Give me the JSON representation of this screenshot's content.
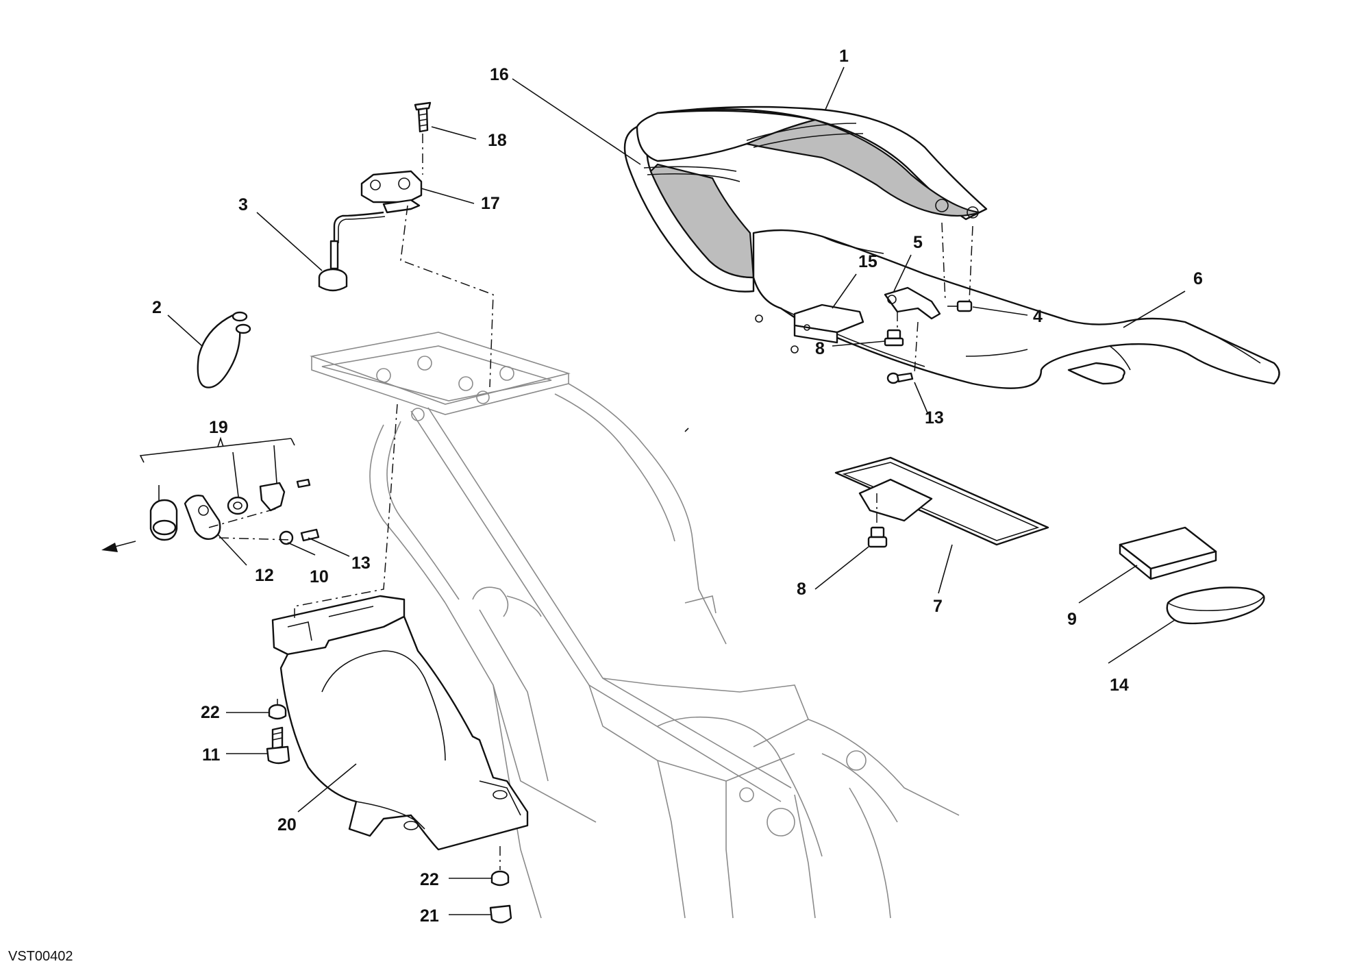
{
  "drawing_code": "VST00402",
  "callouts": [
    {
      "id": "c1",
      "text": "1"
    },
    {
      "id": "c2",
      "text": "2"
    },
    {
      "id": "c3",
      "text": "3"
    },
    {
      "id": "c4",
      "text": "4"
    },
    {
      "id": "c5",
      "text": "5"
    },
    {
      "id": "c6",
      "text": "6"
    },
    {
      "id": "c7",
      "text": "7"
    },
    {
      "id": "c8a",
      "text": "8"
    },
    {
      "id": "c8b",
      "text": "8"
    },
    {
      "id": "c9",
      "text": "9"
    },
    {
      "id": "c10",
      "text": "10"
    },
    {
      "id": "c11",
      "text": "11"
    },
    {
      "id": "c12",
      "text": "12"
    },
    {
      "id": "c13a",
      "text": "13"
    },
    {
      "id": "c13b",
      "text": "13"
    },
    {
      "id": "c14",
      "text": "14"
    },
    {
      "id": "c15",
      "text": "15"
    },
    {
      "id": "c16",
      "text": "16"
    },
    {
      "id": "c17",
      "text": "17"
    },
    {
      "id": "c18",
      "text": "18"
    },
    {
      "id": "c19",
      "text": "19"
    },
    {
      "id": "c20",
      "text": "20"
    },
    {
      "id": "c21",
      "text": "21"
    },
    {
      "id": "c22a",
      "text": "22"
    },
    {
      "id": "c22b",
      "text": "22"
    }
  ]
}
